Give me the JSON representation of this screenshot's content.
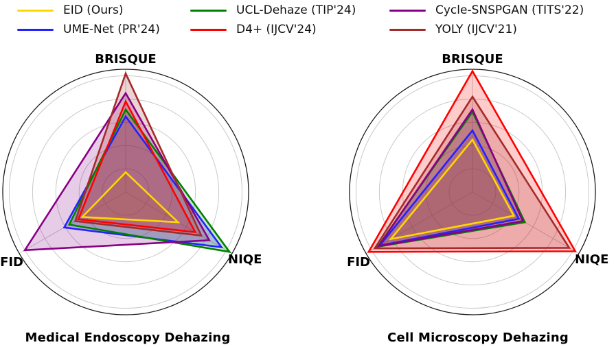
{
  "legend": {
    "items": [
      {
        "label": "EID (Ours)",
        "color": "#FFD700"
      },
      {
        "label": "UME-Net (PR'24)",
        "color": "#2222FF"
      },
      {
        "label": "UCL-Dehaze (TIP'24)",
        "color": "#008000"
      },
      {
        "label": "D4+ (IJCV'24)",
        "color": "#FF0000"
      },
      {
        "label": "Cycle-SNSPGAN (TITS'22)",
        "color": "#870087"
      },
      {
        "label": "YOLY (IJCV'21)",
        "color": "#A52A2A"
      }
    ]
  },
  "chart_data": [
    {
      "type": "radar",
      "title": "Medical Endoscopy Dehazing",
      "axes": [
        "BRISQUE",
        "NIQE",
        "FID"
      ],
      "axis_range": [
        0,
        1.056
      ],
      "gridlines": [
        0.2,
        0.4,
        0.6,
        0.8,
        1.0
      ],
      "grid": "on",
      "legend_position": "top",
      "series": [
        {
          "name": "EID (Ours)",
          "color": "#FFD700",
          "values": [
            0.17,
            0.52,
            0.43
          ]
        },
        {
          "name": "UME-Net (PR'24)",
          "color": "#2222FF",
          "values": [
            0.65,
            0.95,
            0.61
          ]
        },
        {
          "name": "UCL-Dehaze (TIP'24)",
          "color": "#008000",
          "values": [
            0.71,
            1.03,
            0.56
          ]
        },
        {
          "name": "D4+ (IJCV'24)",
          "color": "#FF0000",
          "values": [
            0.78,
            0.69,
            0.47
          ]
        },
        {
          "name": "Cycle-SNSPGAN (TITS'22)",
          "color": "#870087",
          "values": [
            0.85,
            0.83,
            1.0
          ]
        },
        {
          "name": "YOLY (IJCV'21)",
          "color": "#A52A2A",
          "values": [
            1.02,
            0.75,
            0.5
          ]
        }
      ]
    },
    {
      "type": "radar",
      "title": "Cell Microscopy Dehazing",
      "axes": [
        "BRISQUE",
        "NIQE",
        "FID"
      ],
      "axis_range": [
        0,
        1.056
      ],
      "gridlines": [
        0.2,
        0.4,
        0.6,
        0.8,
        1.0
      ],
      "grid": "on",
      "legend_position": "top",
      "series": [
        {
          "name": "EID (Ours)",
          "color": "#FFD700",
          "values": [
            0.45,
            0.41,
            0.81
          ]
        },
        {
          "name": "UME-Net (PR'24)",
          "color": "#2222FF",
          "values": [
            0.53,
            0.46,
            0.92
          ]
        },
        {
          "name": "UCL-Dehaze (TIP'24)",
          "color": "#008000",
          "values": [
            0.69,
            0.52,
            0.94
          ]
        },
        {
          "name": "D4+ (IJCV'24)",
          "color": "#FF0000",
          "values": [
            1.04,
            1.02,
            1.03
          ]
        },
        {
          "name": "Cycle-SNSPGAN (TITS'22)",
          "color": "#870087",
          "values": [
            0.71,
            0.5,
            0.93
          ]
        },
        {
          "name": "YOLY (IJCV'21)",
          "color": "#A52A2A",
          "values": [
            0.82,
            0.96,
            0.97
          ]
        }
      ]
    }
  ],
  "style": {
    "fill_opacity": "0.2",
    "line_width": "2.6",
    "grid_color": "#c9c9c9",
    "spine_color": "#1a1a1a"
  }
}
